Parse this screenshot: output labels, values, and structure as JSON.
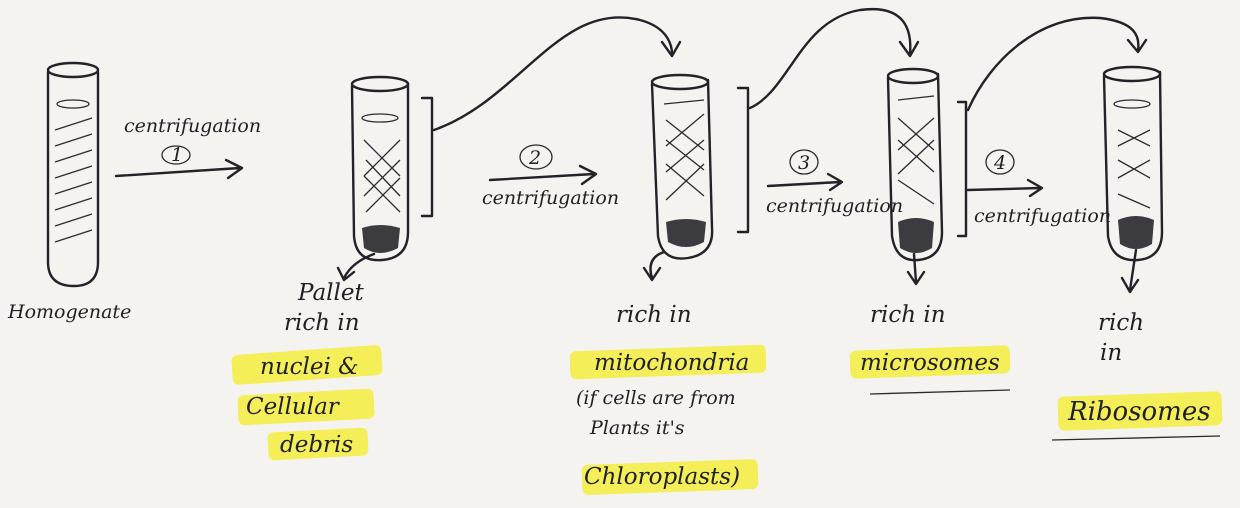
{
  "tubes": {
    "homogenate": {
      "label": "Homogenate"
    },
    "tube1": {
      "caption_lines": [
        "Pallet",
        "rich in"
      ],
      "highlight_lines": [
        "nuclei &",
        "Cellular",
        "debris"
      ]
    },
    "tube2": {
      "caption_lines": [
        "rich in"
      ],
      "highlight_lines": [
        "mitochondria"
      ],
      "note_lines": [
        "(if cells are from",
        "Plants it's"
      ],
      "note_highlight": "Chloroplasts)"
    },
    "tube3": {
      "caption_lines": [
        "rich in"
      ],
      "highlight_lines": [
        "microsomes"
      ]
    },
    "tube4": {
      "caption_lines": [
        "rich",
        "in"
      ],
      "highlight_lines": [
        "Ribosomes"
      ]
    }
  },
  "steps": [
    {
      "number": "1",
      "label": "centrifugation"
    },
    {
      "number": "2",
      "label": "centrifugation"
    },
    {
      "number": "3",
      "label": "centrifugation"
    },
    {
      "number": "4",
      "label": "centrifugation"
    }
  ],
  "colors": {
    "ink": "#222228",
    "highlight": "#f3ec3d",
    "paper": "#f4f3ef"
  }
}
